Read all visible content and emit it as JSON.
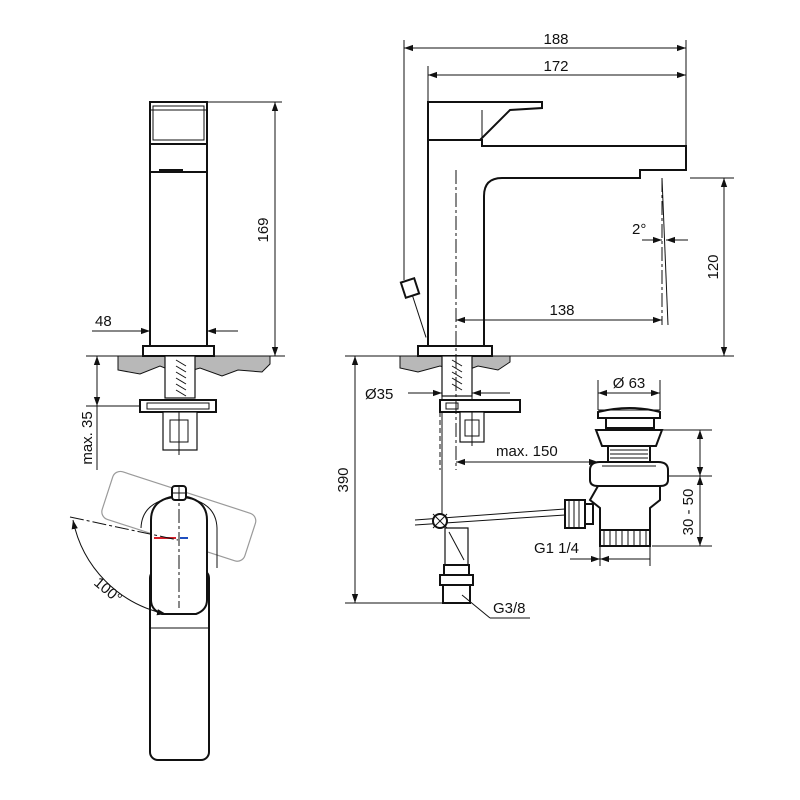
{
  "dimensions": {
    "total_length": "188",
    "spout_length": "172",
    "height": "169",
    "base_width": "48",
    "spout_angle": "2°",
    "spout_clearance": "120",
    "spout_reach": "138",
    "hole_diameter": "Ø35",
    "max_deck_thickness": "max. 35",
    "hose_length": "390",
    "waste_diameter": "Ø 63",
    "waste_max": "max. 150",
    "waste_range": "30 - 50",
    "waste_thread": "G1 1/4",
    "supply_thread": "G3/8",
    "lever_rotation": "100°"
  },
  "colors": {
    "line": "#111111",
    "ground": "#b8b8b8",
    "hot": "#d6202a",
    "cold": "#1f4fbf",
    "lever_ghost": "#9a9a9a"
  },
  "icons": [
    "arrowhead-dimension",
    "lever-rotation-arc",
    "hot-cold-indicator"
  ]
}
